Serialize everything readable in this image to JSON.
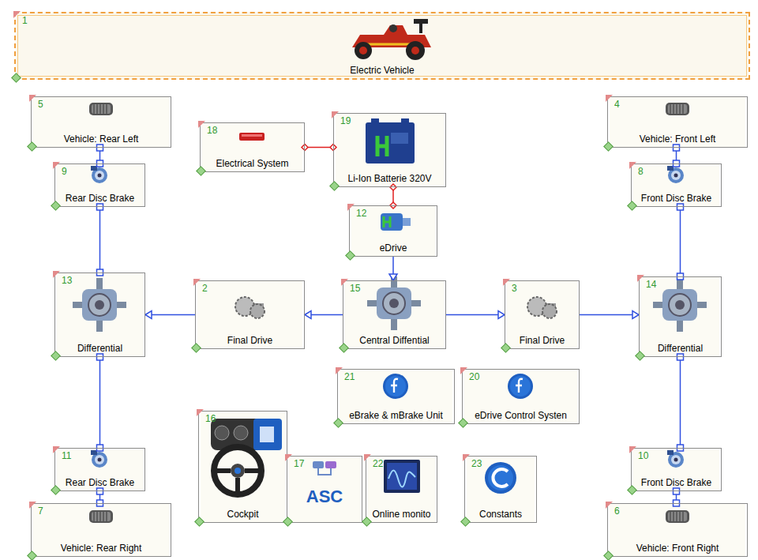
{
  "diagram": {
    "nodes": [
      {
        "text": [
          "1",
          "Electric Vehicle"
        ]
      },
      {
        "text": [
          "5",
          "Vehicle: Rear Left"
        ]
      },
      {
        "text": [
          "18",
          "Electrical System"
        ]
      },
      {
        "text": [
          "19",
          "Li-Ion Batterie 320V"
        ]
      },
      {
        "text": [
          "4",
          "Vehicle: Front Left"
        ]
      },
      {
        "text": [
          "9",
          "Rear Disc Brake"
        ]
      },
      {
        "text": [
          "8",
          "Front Disc Brake"
        ]
      },
      {
        "text": [
          "12",
          "eDrive"
        ]
      },
      {
        "text": [
          "13",
          "Differential"
        ]
      },
      {
        "text": [
          "2",
          "Final Drive"
        ]
      },
      {
        "text": [
          "15",
          "Central Diffential"
        ]
      },
      {
        "text": [
          "3",
          "Final Drive"
        ]
      },
      {
        "text": [
          "14",
          "Differential"
        ]
      },
      {
        "text": [
          "21",
          "eBrake & mBrake Unit"
        ]
      },
      {
        "text": [
          "20",
          "eDrive Control Systen"
        ]
      },
      {
        "text": [
          "16",
          "Cockpit"
        ]
      },
      {
        "text": [
          "17",
          "ASC"
        ]
      },
      {
        "text": [
          "22",
          "Online monito"
        ]
      },
      {
        "text": [
          "23",
          "Constants"
        ]
      },
      {
        "text": [
          "11",
          "Rear Disc Brake"
        ]
      },
      {
        "text": [
          "10",
          "Front Disc Brake"
        ]
      },
      {
        "text": [
          "7",
          "Vehicle: Rear Right"
        ]
      },
      {
        "text": [
          "6",
          "Vehicle: Front Right"
        ]
      }
    ],
    "edges": [
      {
        "from": 2,
        "to": 3,
        "arrow": "none"
      },
      {
        "from": 3,
        "to": 7,
        "arrow": "none"
      },
      {
        "from": 7,
        "to": 10,
        "arrow": "to"
      },
      {
        "from": 10,
        "to": 9,
        "arrow": "to"
      },
      {
        "from": 9,
        "to": 8,
        "arrow": "to"
      },
      {
        "from": 10,
        "to": 11,
        "arrow": "to"
      },
      {
        "from": 11,
        "to": 12,
        "arrow": "to"
      },
      {
        "from": 1,
        "to": 5,
        "arrow": "none"
      },
      {
        "from": 5,
        "to": 8,
        "arrow": "none"
      },
      {
        "from": 4,
        "to": 6,
        "arrow": "none"
      },
      {
        "from": 6,
        "to": 12,
        "arrow": "none"
      },
      {
        "from": 8,
        "to": 19,
        "arrow": "none"
      },
      {
        "from": 19,
        "to": 21,
        "arrow": "none"
      },
      {
        "from": 12,
        "to": 20,
        "arrow": "none"
      },
      {
        "from": 20,
        "to": 22,
        "arrow": "none"
      }
    ]
  }
}
